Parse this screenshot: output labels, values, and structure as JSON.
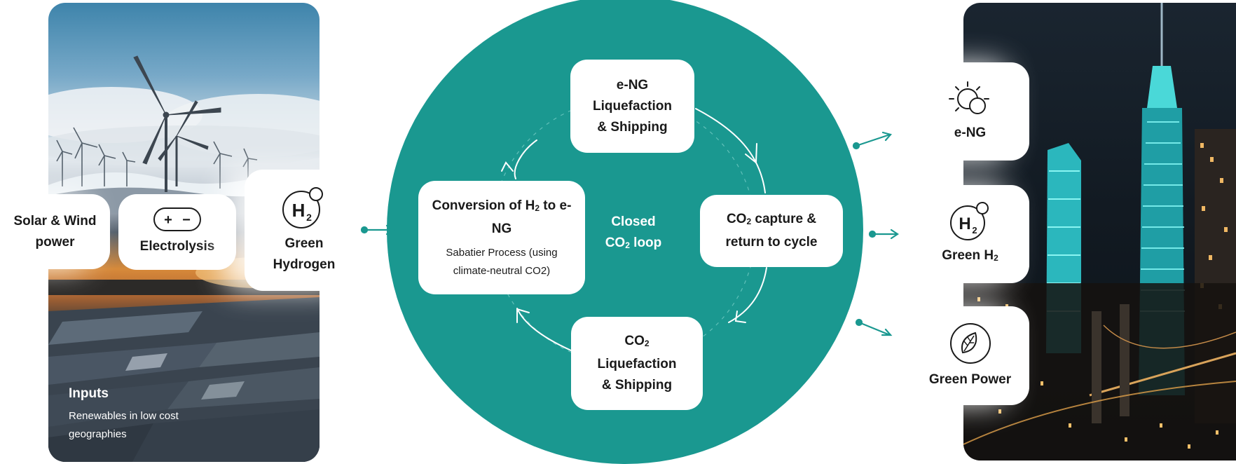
{
  "inputs": {
    "title": "Inputs",
    "subtitle": "Renewables in low cost geographies"
  },
  "input_cards": {
    "solar_wind": "Solar & Wind power",
    "electrolysis": "Electrolysis",
    "green_hydrogen": "Green Hydrogen"
  },
  "loop": {
    "center_line1": "Closed",
    "center_line2_pre": "CO",
    "center_line2_sub": "2",
    "center_line2_post": " loop",
    "top": "e-NG Liquefaction & Shipping",
    "right_pre": "CO",
    "right_sub": "2",
    "right_post": " capture & return to cycle",
    "bottom_pre": "CO",
    "bottom_sub": "2",
    "bottom_post": " Liquefaction & Shipping",
    "left_title_pre": "Conversion of H",
    "left_title_sub": "2",
    "left_title_post": " to e-NG",
    "left_subtitle": "Sabatier Process (using climate-neutral CO2)"
  },
  "outputs": {
    "eng": "e-NG",
    "green_h2_pre": "Green H",
    "green_h2_sub": "2",
    "green_power": "Green Power"
  },
  "icons": {
    "hydrogen_symbol": "H",
    "hydrogen_sub": "2",
    "plus": "+",
    "minus": "−"
  },
  "colors": {
    "teal": "#1a9890",
    "arrow_teal": "#1a9890",
    "white": "#ffffff"
  }
}
